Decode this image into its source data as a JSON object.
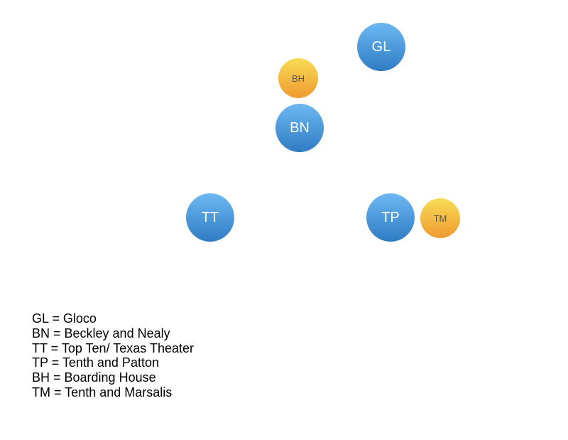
{
  "nodes": {
    "gl": {
      "label": "GL",
      "color": "#4a95dc"
    },
    "bh": {
      "label": "BH",
      "color": "#f4bb42"
    },
    "bn": {
      "label": "BN",
      "color": "#4a95dc"
    },
    "tt": {
      "label": "TT",
      "color": "#4a95dc"
    },
    "tp": {
      "label": "TP",
      "color": "#4a95dc"
    },
    "tm": {
      "label": "TM",
      "color": "#f4bb42"
    }
  },
  "legend": [
    "GL = Gloco",
    "BN = Beckley and Nealy",
    "TT = Top Ten/ Texas Theater",
    "TP = Tenth and Patton",
    "BH = Boarding House",
    "TM = Tenth and Marsalis"
  ]
}
